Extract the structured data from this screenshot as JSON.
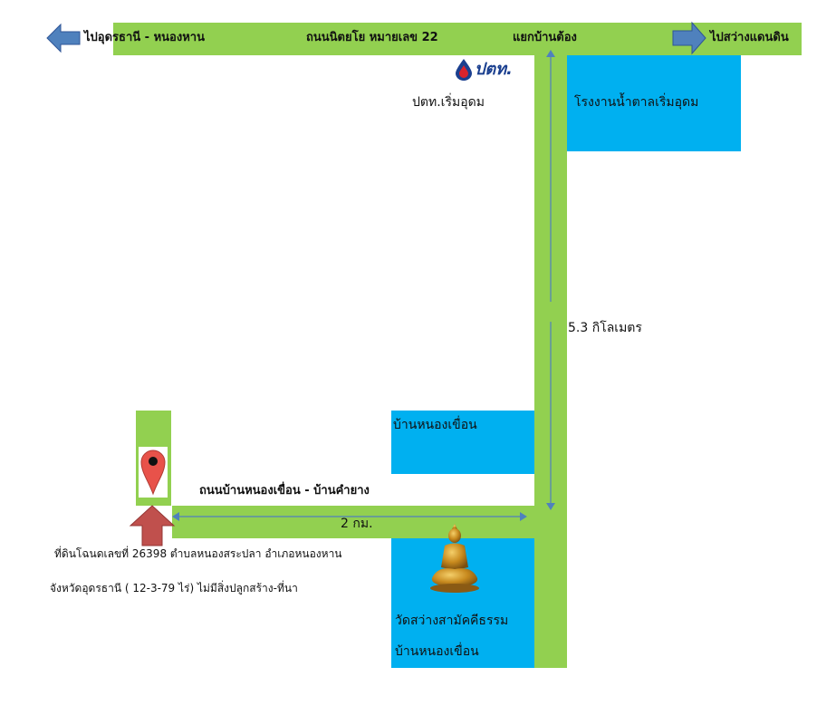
{
  "top_road": {
    "left_direction": "ไปอุดรธานี - หนองหาน",
    "road_name": "ถนนนิตยโย หมายเลข 22",
    "junction": "แยกบ้านต้อง",
    "right_direction": "ไปสว่างแดนดิน"
  },
  "landmarks": {
    "ptt_logo_text": "ปตท.",
    "ptt_station": "ปตท.เริ่มอุดม",
    "sugar_factory": "โรงงานน้ำตาลเริ่มอุดม",
    "village": "บ้านหนองเขื่อน",
    "temple_line1": "วัดสว่างสามัคคีธรรม",
    "temple_line2": "บ้านหนองเขื่อน"
  },
  "distances": {
    "vertical": "5.3 กิโลเมตร",
    "horizontal": "2 กม."
  },
  "side_road": {
    "name": "ถนนบ้านหนองเขื่อน - บ้านคำยาง"
  },
  "property": {
    "line1": "ที่ดินโฉนดเลขที่  26398  ตำบลหนองสระปลา  อำเภอหนองหาน",
    "line2": "จังหวัดอุดรธานี ( 12-3-79 ไร่) ไม่มีสิ่งปลูกสร้าง-ที่นา"
  },
  "colors": {
    "road": "#92d050",
    "area": "#00b0f0",
    "arrow_blue": "#4f81bd",
    "arrow_red": "#c0504d",
    "pin": "#e8524a",
    "ptt_blue": "#1a3f8f"
  }
}
